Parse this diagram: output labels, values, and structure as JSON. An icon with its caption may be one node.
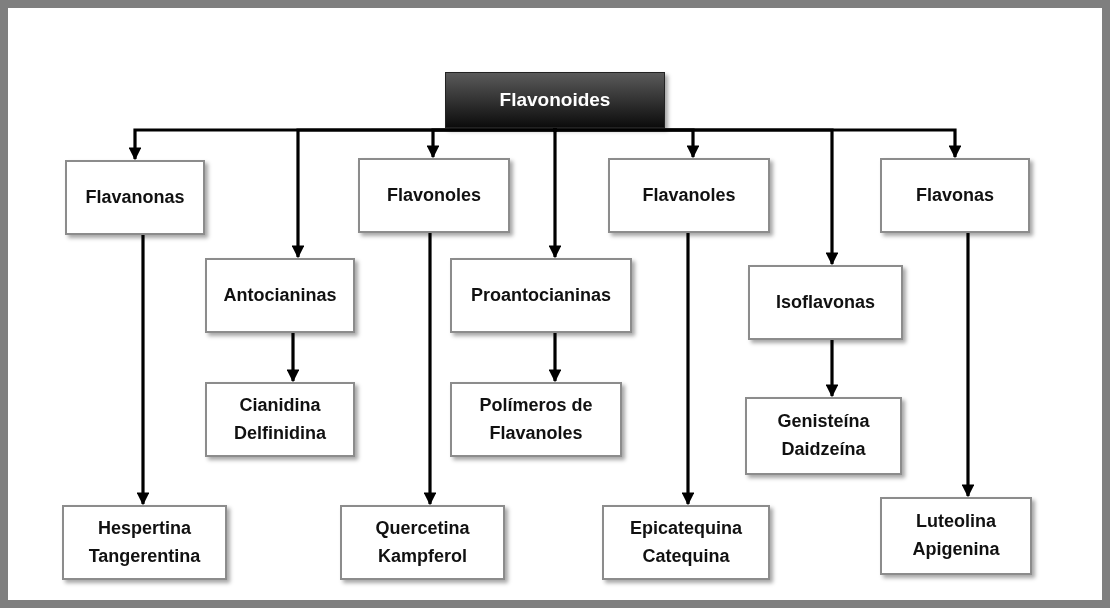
{
  "diagram": {
    "nodes": [
      {
        "text": [
          "Flavonoides"
        ]
      },
      {
        "text": [
          "Flavanonas"
        ]
      },
      {
        "text": [
          "Antocianinas"
        ]
      },
      {
        "text": [
          "Flavonoles"
        ]
      },
      {
        "text": [
          "Proantocianinas"
        ]
      },
      {
        "text": [
          "Flavanoles"
        ]
      },
      {
        "text": [
          "Isoflavonas"
        ]
      },
      {
        "text": [
          "Flavonas"
        ]
      },
      {
        "text": [
          "Hespertina",
          "Tangerentina"
        ]
      },
      {
        "text": [
          "Cianidina",
          "Delfinidina"
        ]
      },
      {
        "text": [
          "Polímeros de Flavanoles"
        ]
      },
      {
        "text": [
          "Genisteína",
          "Daidzeína"
        ]
      },
      {
        "text": [
          "Quercetina",
          "Kampferol"
        ]
      },
      {
        "text": [
          "Epicatequina",
          "Catequina"
        ]
      },
      {
        "text": [
          "Luteolina",
          "Apigenina"
        ]
      }
    ],
    "edges": [
      {
        "from": 0,
        "to": 1,
        "arrow": "to"
      },
      {
        "from": 0,
        "to": 2,
        "arrow": "to"
      },
      {
        "from": 0,
        "to": 3,
        "arrow": "to"
      },
      {
        "from": 0,
        "to": 4,
        "arrow": "to"
      },
      {
        "from": 0,
        "to": 5,
        "arrow": "to"
      },
      {
        "from": 0,
        "to": 6,
        "arrow": "to"
      },
      {
        "from": 0,
        "to": 7,
        "arrow": "to"
      },
      {
        "from": 1,
        "to": 8,
        "arrow": "to"
      },
      {
        "from": 2,
        "to": 9,
        "arrow": "to"
      },
      {
        "from": 3,
        "to": 12,
        "arrow": "to"
      },
      {
        "from": 4,
        "to": 10,
        "arrow": "to"
      },
      {
        "from": 5,
        "to": 13,
        "arrow": "to"
      },
      {
        "from": 6,
        "to": 11,
        "arrow": "to"
      },
      {
        "from": 7,
        "to": 14,
        "arrow": "to"
      }
    ]
  }
}
